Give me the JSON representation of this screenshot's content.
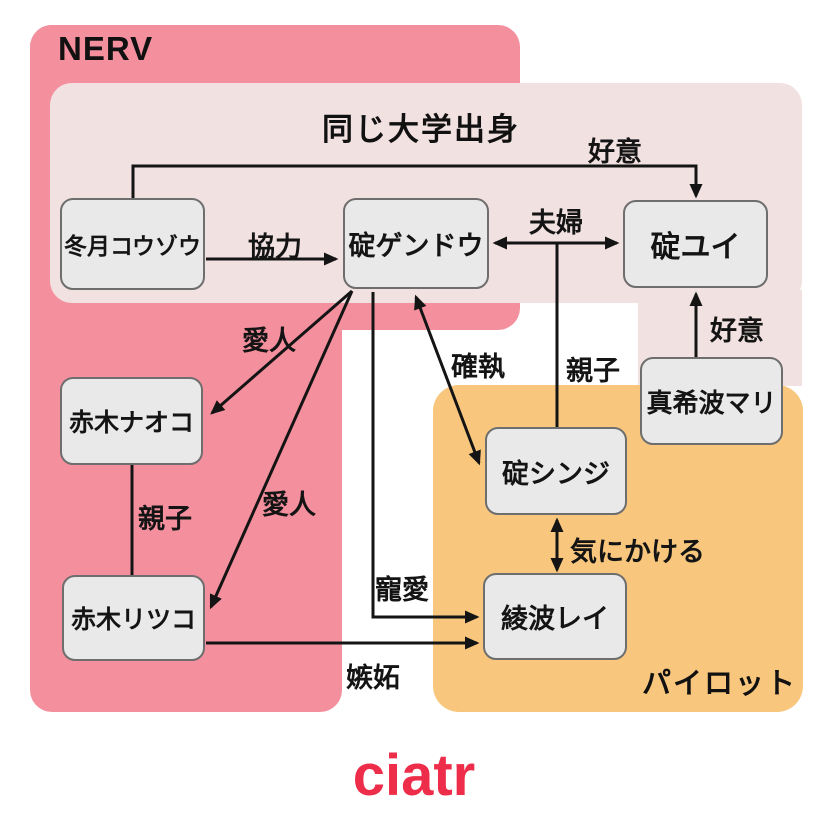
{
  "regions": {
    "nerv": {
      "label": "NERV",
      "color": "#f4909e"
    },
    "same_university": {
      "label": "同じ大学出身",
      "color": "#f2e1e1"
    },
    "pilot": {
      "label": "パイロット",
      "color": "#f8c77d"
    }
  },
  "nodes": [
    {
      "id": "fuyutsuki",
      "label": "冬月コウゾウ"
    },
    {
      "id": "gendo",
      "label": "碇ゲンドウ"
    },
    {
      "id": "yui",
      "label": "碇ユイ"
    },
    {
      "id": "naoko",
      "label": "赤木ナオコ"
    },
    {
      "id": "ritsuko",
      "label": "赤木リツコ"
    },
    {
      "id": "shinji",
      "label": "碇シンジ"
    },
    {
      "id": "rei",
      "label": "綾波レイ"
    },
    {
      "id": "mari",
      "label": "真希波マリ"
    }
  ],
  "edges": [
    {
      "id": "koui-fuyutsuki-yui",
      "from": "fuyutsuki",
      "to": "yui",
      "label": "好意",
      "arrows": "to"
    },
    {
      "id": "kyouryoku",
      "from": "fuyutsuki",
      "to": "gendo",
      "label": "協力",
      "arrows": "to"
    },
    {
      "id": "fuufu",
      "from": "gendo",
      "to": "yui",
      "label": "夫婦",
      "arrows": "both"
    },
    {
      "id": "oyako-couple-shinji",
      "from": "gendo-yui-couple",
      "to": "shinji",
      "label": "親子",
      "arrows": "none"
    },
    {
      "id": "koui-mari-yui",
      "from": "mari",
      "to": "yui",
      "label": "好意",
      "arrows": "to"
    },
    {
      "id": "kakushitsu",
      "from": "gendo",
      "to": "shinji",
      "label": "確執",
      "arrows": "both"
    },
    {
      "id": "aijin-gendo-naoko",
      "from": "gendo",
      "to": "naoko",
      "label": "愛人",
      "arrows": "to"
    },
    {
      "id": "aijin-gendo-ritsuko",
      "from": "gendo",
      "to": "ritsuko",
      "label": "愛人",
      "arrows": "to"
    },
    {
      "id": "chouai",
      "from": "gendo",
      "to": "rei",
      "label": "寵愛",
      "arrows": "to"
    },
    {
      "id": "shitto",
      "from": "ritsuko",
      "to": "rei",
      "label": "嫉妬",
      "arrows": "to"
    },
    {
      "id": "ki-ni-kakeru",
      "from": "shinji",
      "to": "rei",
      "label": "気にかける",
      "arrows": "both"
    },
    {
      "id": "oyako-naoko-ritsuko",
      "from": "naoko",
      "to": "ritsuko",
      "label": "親子",
      "arrows": "none"
    }
  ],
  "node_style": {
    "fill": "#e9e9e9",
    "border": "#6e6e6e"
  },
  "line_color": "#141414",
  "footer": {
    "logo_text": "ciatr",
    "color": "#ed2d49"
  }
}
